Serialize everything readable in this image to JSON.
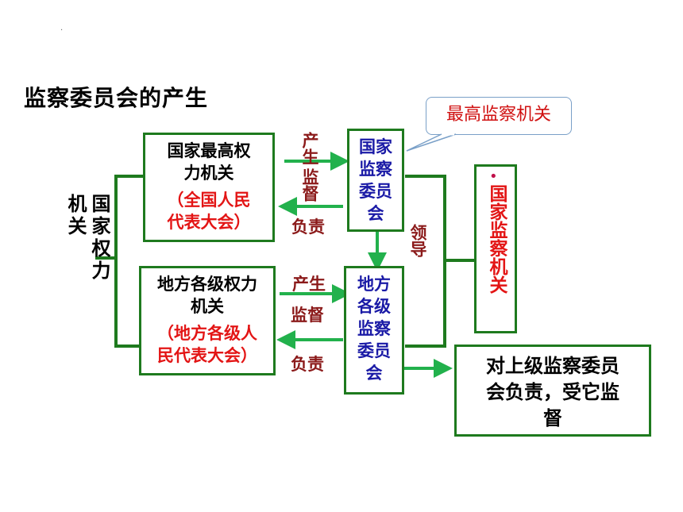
{
  "title": "监察委员会的产生",
  "dot": ".",
  "left_label": "国家权力机关",
  "national_power": {
    "line1": "国家最高权",
    "line2": "力机关",
    "sub1": "（全国人民",
    "sub2": "代表大会）"
  },
  "local_power": {
    "line1": "地方各级权力",
    "line2": "机关",
    "sub1": "（地方各级人",
    "sub2": "民代表大会）"
  },
  "national_commission": "国家监察委员会",
  "local_commission": "地方各级监察委员会",
  "callout": "最高监察机关",
  "top_arrows": {
    "produce": "产生",
    "supervise": "监督",
    "responsible": "负责"
  },
  "bottom_arrows": {
    "produce": "产生",
    "supervise": "监督",
    "responsible": "负责"
  },
  "lead": "领导",
  "right_box": "国家监察机关",
  "right_box_bullet": "•",
  "result_box": {
    "line1": "对上级监察委员",
    "line2": "会负责，受它监",
    "line3": "督"
  },
  "colors": {
    "green": "#1e7a1e",
    "arrow_green": "#22b14c",
    "red": "#e31515",
    "blue": "#1a1aa6",
    "maroon": "#8b1a1a"
  }
}
